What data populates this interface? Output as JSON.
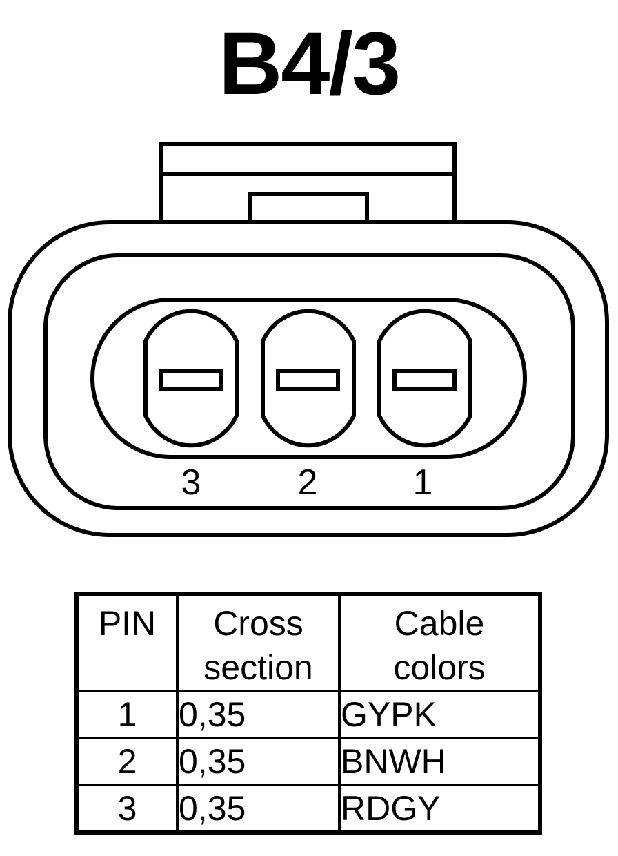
{
  "connector": {
    "title": "B4/3",
    "pin_labels": [
      "3",
      "2",
      "1"
    ]
  },
  "table": {
    "header": {
      "pin": "PIN",
      "cross_line1": "Cross",
      "cross_line2": "section",
      "color_line1": "Cable",
      "color_line2": "colors"
    },
    "rows": [
      {
        "pin": "1",
        "cross": "0,35",
        "color": "GYPK"
      },
      {
        "pin": "2",
        "cross": "0,35",
        "color": "BNWH"
      },
      {
        "pin": "3",
        "cross": "0,35",
        "color": "RDGY"
      }
    ]
  }
}
